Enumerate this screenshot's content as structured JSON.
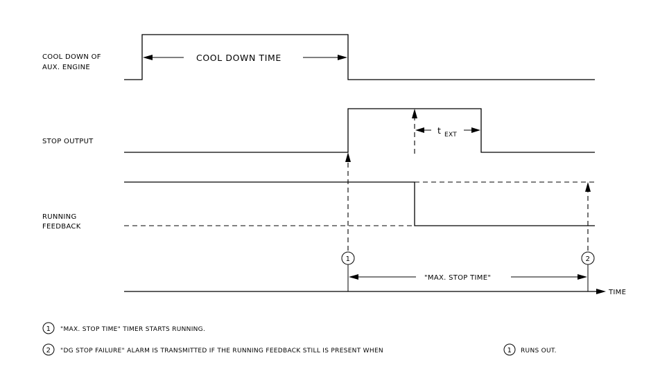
{
  "signals": {
    "cool_down": {
      "label_line1": "COOL DOWN OF",
      "label_line2": "AUX. ENGINE"
    },
    "stop_output": {
      "label": "STOP OUTPUT"
    },
    "running_feedback": {
      "label_line1": "RUNNING",
      "label_line2": "FEEDBACK"
    }
  },
  "intervals": {
    "cool_down_time": "COOL DOWN TIME",
    "t_ext_main": "t",
    "t_ext_sub": "EXT",
    "max_stop_time": "\"MAX. STOP TIME\""
  },
  "axis": {
    "label": "TIME"
  },
  "markers": {
    "m1": "1",
    "m2": "2"
  },
  "notes": [
    {
      "num": "1",
      "text": "\"MAX. STOP TIME\" TIMER STARTS RUNNING."
    },
    {
      "num": "2",
      "text_before": "\"DG STOP FAILURE\" ALARM IS TRANSMITTED IF THE RUNNING FEEDBACK STILL IS PRESENT WHEN",
      "ref": "1",
      "text_after": "RUNS OUT."
    }
  ]
}
